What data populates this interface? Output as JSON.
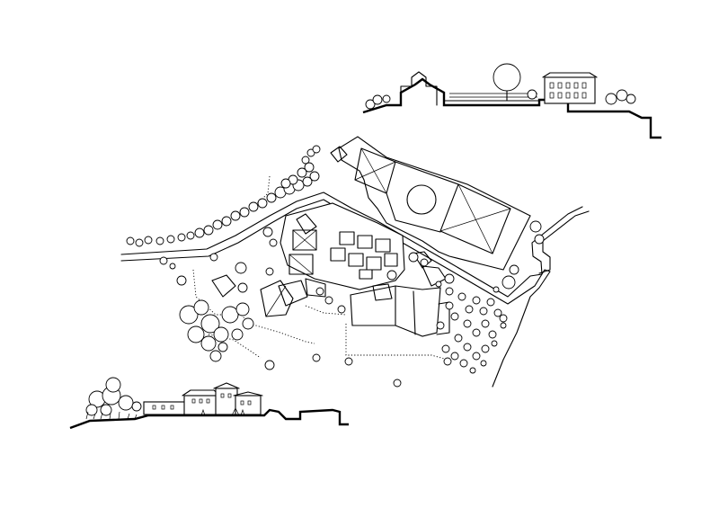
{
  "drawing": {
    "views": [
      "section-top-right",
      "site-plan",
      "section-bottom-left"
    ],
    "line_color": "#000000",
    "background": "#ffffff"
  }
}
